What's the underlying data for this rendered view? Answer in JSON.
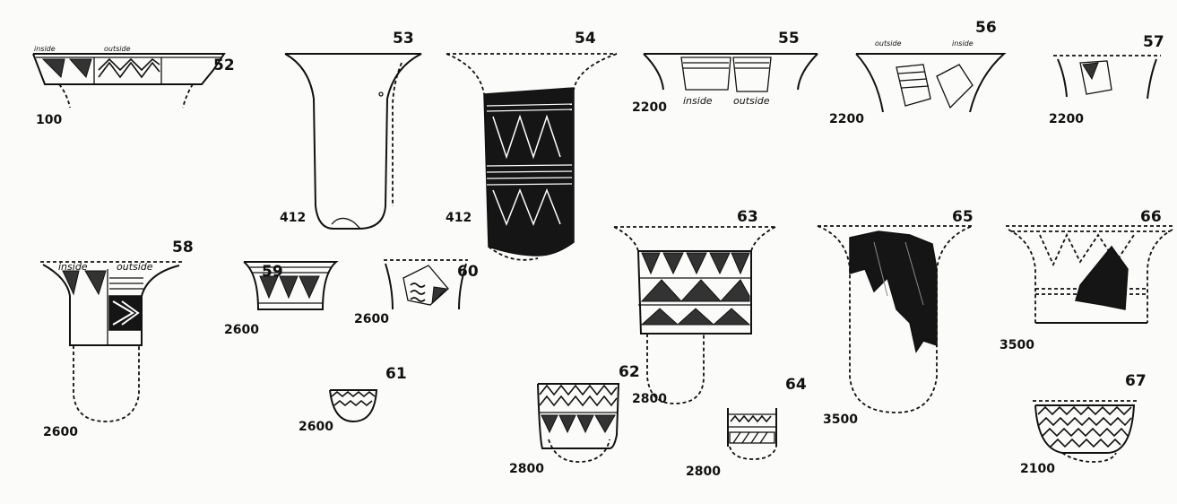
{
  "plate": {
    "figures": [
      {
        "number": "52",
        "depth": "100",
        "annotations": [
          "inside",
          "outside"
        ]
      },
      {
        "number": "53",
        "depth": "412"
      },
      {
        "number": "54",
        "depth": "412"
      },
      {
        "number": "55",
        "depth": "2200",
        "annotations": [
          "inside",
          "outside"
        ]
      },
      {
        "number": "56",
        "depth": "2200",
        "annotations": [
          "outside",
          "inside"
        ]
      },
      {
        "number": "57",
        "depth": "2200"
      },
      {
        "number": "58",
        "depth": "2600",
        "annotations": [
          "inside",
          "outside"
        ]
      },
      {
        "number": "59",
        "depth": "2600"
      },
      {
        "number": "60",
        "depth": "2600"
      },
      {
        "number": "61",
        "depth": "2600"
      },
      {
        "number": "62",
        "depth": "2800"
      },
      {
        "number": "63",
        "depth": "2800"
      },
      {
        "number": "64",
        "depth": "2800"
      },
      {
        "number": "65",
        "depth": "3500"
      },
      {
        "number": "66",
        "depth": "3500"
      },
      {
        "number": "67",
        "depth": "2100"
      }
    ]
  }
}
